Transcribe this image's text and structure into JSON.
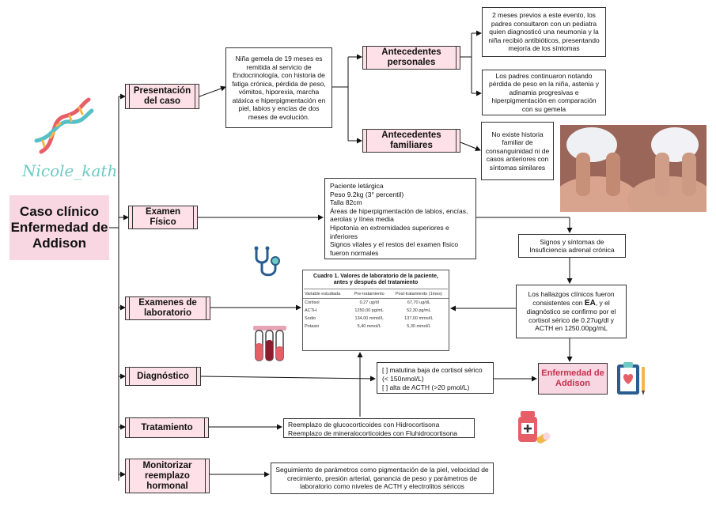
{
  "logo": {
    "text": "Nicole_kath",
    "icon": "dna-icon"
  },
  "main_title": "Caso clínico Enfermedad de Addison",
  "sections": {
    "presentacion": "Presentación del caso",
    "examen": "Examen Físico",
    "laboratorio": "Examenes de laboratorio",
    "diagnostico": "Diagnóstico",
    "tratamiento": "Tratamiento",
    "monitorizar": "Monitorizar reemplazo hormonal"
  },
  "presentacion_text": "Niña gemela de 19 meses es remitida al servicio de Endocrinología, con historia de fatiga crónica, pérdida de peso, vómitos, hiporexia, marcha atáxica e hiperpigmentación en piel, labios y encías de dos meses de evolución.",
  "antecedentes_personales": {
    "label": "Antecedentes personales",
    "items": [
      "2 meses previos a este evento, los padres consultaron con un pediatra quien diagnosticó una neumonía y la niña recibió antibióticos, presentando mejoría de los síntomas",
      "Los padres continuaron notando pérdida de peso en la niña, astenia y adinamia progresivas e hiperpigmentación en comparación con su gemela"
    ]
  },
  "antecedentes_familiares": {
    "label": "Antecedentes familiares",
    "text": "No existe historia familiar de consanguinidad ni de casos anteriores con síntomas similares"
  },
  "examen_fisico": [
    "Paciente letárgica",
    "Peso 9.2kg (3° percentil)",
    "Talla 82cm",
    "Áreas de hiperpigmentación de labios, encías, aerolas y línea media",
    "Hipotonía en extremidades superiores e inferiores",
    "Signos vitales y el restos del examen físico fueron normales"
  ],
  "signos": "Signos y síntomas de Insuficiencia adrenal crónica",
  "hallazgos": {
    "before": "Los hallazgos clínicos fueron consistentes con ",
    "bold": "EA",
    "after": ", y el diagnóstico se confirmo por el cortisol sérico de 0.27ug/dl y ACTH en 1250.00pg/mL"
  },
  "lab_table": {
    "title": "Cuadro 1. Valores de laboratorio de la paciente, antes y después del tratamiento",
    "headers": [
      "Variable estudiada",
      "Pre-tratamiento",
      "Post-tratamiento (1mes)"
    ],
    "rows": [
      [
        "Cortisol",
        "0,27 ug/dl",
        "67,70 ug/dL"
      ],
      [
        "ACTH",
        "1250,00 pg/mL",
        "52,30 pg/mL"
      ],
      [
        "Sodio",
        "134,00 mmol/L",
        "137,00 mmol/L"
      ],
      [
        "Potasio",
        "5,40 mmol/L",
        "5,30 mmol/L"
      ]
    ]
  },
  "diagnostico_criteria": [
    "[ ] matutina baja de cortisol sérico (< 150nmol/L)",
    "[ ] alta de ACTH (>20 pmol/L)"
  ],
  "enfermedad": "Enfermedad de Addison",
  "tratamiento_text": [
    "Reemplazo de glucocorticoides con Hidrocortisona",
    "Reemplazo de mineralocorticoides con Fluhidrocortisona"
  ],
  "monitorizar_text": "Seguimiento de parámetros como pigmentación de la piel, velocidad de crecimiento, presión arterial, ganancia de peso y parámetros de laboratorio como niveles de ACTH y electrolitos séricos",
  "icons": [
    "dna-icon",
    "stethoscope-icon",
    "test-tubes-icon",
    "clipboard-heart-icon",
    "medicine-bottle-icon"
  ],
  "colors": {
    "pink": "#fde0e8",
    "main_pink": "#f8d7e3",
    "accent_red": "#c4314b",
    "teal": "#6fc9c4"
  }
}
